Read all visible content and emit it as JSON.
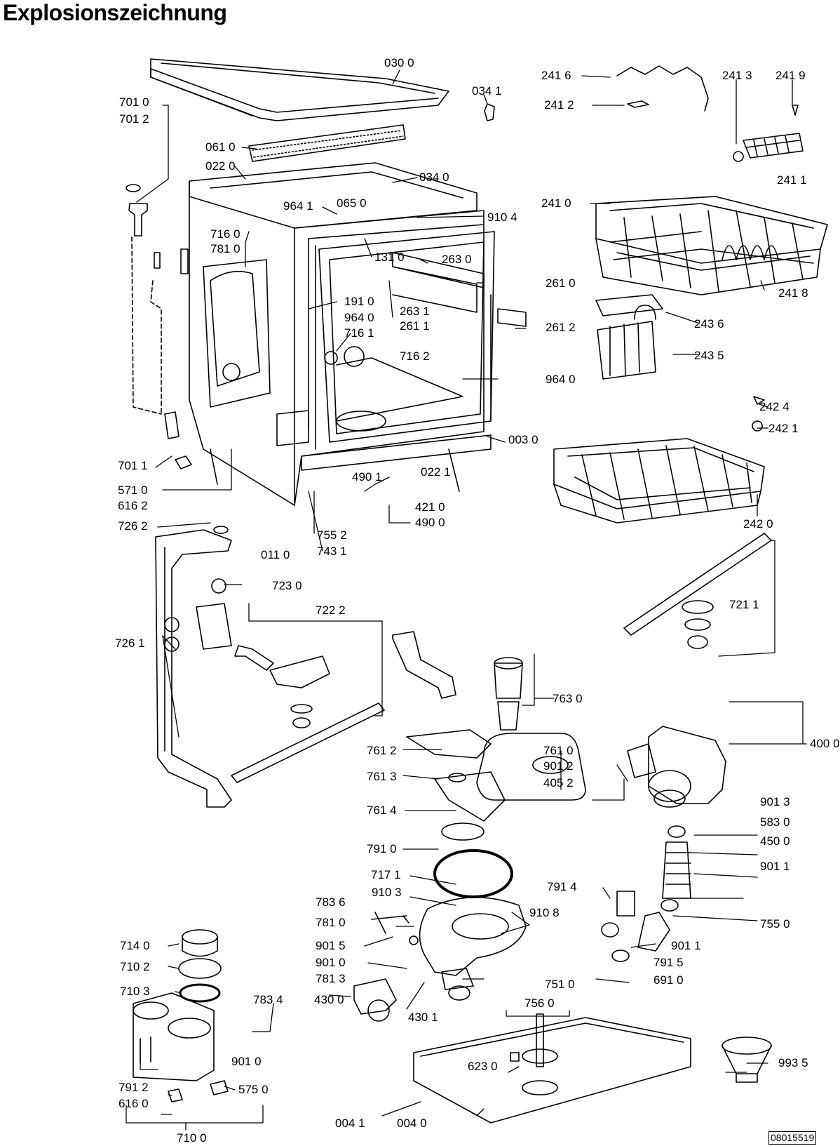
{
  "title": "Explosionszeichnung",
  "doc_number": "08015519",
  "parts": [
    {
      "code": "030 0",
      "n": "030-0"
    },
    {
      "code": "034 1",
      "n": "034-1"
    },
    {
      "code": "701 0",
      "n": "701-0"
    },
    {
      "code": "701 2",
      "n": "701-2"
    },
    {
      "code": "061 0",
      "n": "061-0"
    },
    {
      "code": "022 0",
      "n": "022-0"
    },
    {
      "code": "034 0",
      "n": "034-0"
    },
    {
      "code": "964 1",
      "n": "964-1"
    },
    {
      "code": "065 0",
      "n": "065-0"
    },
    {
      "code": "910 4",
      "n": "910-4"
    },
    {
      "code": "716 0",
      "n": "716-0"
    },
    {
      "code": "781 0",
      "n": "781-0-top"
    },
    {
      "code": "131 0",
      "n": "131-0"
    },
    {
      "code": "263 0",
      "n": "263-0"
    },
    {
      "code": "261 0",
      "n": "261-0"
    },
    {
      "code": "191 0",
      "n": "191-0"
    },
    {
      "code": "964 0",
      "n": "964-0-a"
    },
    {
      "code": "263 1",
      "n": "263-1"
    },
    {
      "code": "261 1",
      "n": "261-1"
    },
    {
      "code": "261 2",
      "n": "261-2"
    },
    {
      "code": "716 1",
      "n": "716-1"
    },
    {
      "code": "716 2",
      "n": "716-2"
    },
    {
      "code": "964 0",
      "n": "964-0-b"
    },
    {
      "code": "003 0",
      "n": "003-0"
    },
    {
      "code": "701 1",
      "n": "701-1"
    },
    {
      "code": "571 0",
      "n": "571-0"
    },
    {
      "code": "616 2",
      "n": "616-2"
    },
    {
      "code": "490 1",
      "n": "490-1"
    },
    {
      "code": "022 1",
      "n": "022-1"
    },
    {
      "code": "421 0",
      "n": "421-0"
    },
    {
      "code": "490 0",
      "n": "490-0"
    },
    {
      "code": "726 2",
      "n": "726-2"
    },
    {
      "code": "755 2",
      "n": "755-2"
    },
    {
      "code": "743 1",
      "n": "743-1"
    },
    {
      "code": "011 0",
      "n": "011-0"
    },
    {
      "code": "241 6",
      "n": "241-6"
    },
    {
      "code": "241 2",
      "n": "241-2"
    },
    {
      "code": "241 3",
      "n": "241-3"
    },
    {
      "code": "241 9",
      "n": "241-9"
    },
    {
      "code": "241 1",
      "n": "241-1"
    },
    {
      "code": "241 0",
      "n": "241-0"
    },
    {
      "code": "241 8",
      "n": "241-8"
    },
    {
      "code": "243 6",
      "n": "243-6"
    },
    {
      "code": "243 5",
      "n": "243-5"
    },
    {
      "code": "242 4",
      "n": "242-4"
    },
    {
      "code": "242 1",
      "n": "242-1"
    },
    {
      "code": "242 0",
      "n": "242-0"
    },
    {
      "code": "721 1",
      "n": "721-1"
    },
    {
      "code": "723 0",
      "n": "723-0"
    },
    {
      "code": "722 2",
      "n": "722-2"
    },
    {
      "code": "726 1",
      "n": "726-1"
    },
    {
      "code": "763 0",
      "n": "763-0"
    },
    {
      "code": "400 0",
      "n": "400-0"
    },
    {
      "code": "761 2",
      "n": "761-2"
    },
    {
      "code": "761 3",
      "n": "761-3"
    },
    {
      "code": "761 0",
      "n": "761-0"
    },
    {
      "code": "901 2",
      "n": "901-2"
    },
    {
      "code": "761 4",
      "n": "761-4"
    },
    {
      "code": "405 2",
      "n": "405-2"
    },
    {
      "code": "901 3",
      "n": "901-3"
    },
    {
      "code": "791 0",
      "n": "791-0"
    },
    {
      "code": "583 0",
      "n": "583-0"
    },
    {
      "code": "717 1",
      "n": "717-1"
    },
    {
      "code": "450 0",
      "n": "450-0"
    },
    {
      "code": "910 3",
      "n": "910-3"
    },
    {
      "code": "910 8",
      "n": "910-8"
    },
    {
      "code": "791 4",
      "n": "791-4"
    },
    {
      "code": "901 1",
      "n": "901-1-a"
    },
    {
      "code": "783 6",
      "n": "783-6"
    },
    {
      "code": "781 0",
      "n": "781-0-bot"
    },
    {
      "code": "755 0",
      "n": "755-0"
    },
    {
      "code": "714 0",
      "n": "714-0"
    },
    {
      "code": "901 5",
      "n": "901-5"
    },
    {
      "code": "901 1",
      "n": "901-1-b"
    },
    {
      "code": "901 0",
      "n": "901-0-a"
    },
    {
      "code": "791 5",
      "n": "791-5"
    },
    {
      "code": "710 2",
      "n": "710-2"
    },
    {
      "code": "781 3",
      "n": "781-3"
    },
    {
      "code": "751 0",
      "n": "751-0"
    },
    {
      "code": "691 0",
      "n": "691-0"
    },
    {
      "code": "710 3",
      "n": "710-3"
    },
    {
      "code": "783 4",
      "n": "783-4"
    },
    {
      "code": "430 0",
      "n": "430-0"
    },
    {
      "code": "430 1",
      "n": "430-1"
    },
    {
      "code": "756 0",
      "n": "756-0"
    },
    {
      "code": "901 0",
      "n": "901-0-b"
    },
    {
      "code": "623 0",
      "n": "623-0"
    },
    {
      "code": "993 5",
      "n": "993-5"
    },
    {
      "code": "791 2",
      "n": "791-2"
    },
    {
      "code": "575 0",
      "n": "575-0"
    },
    {
      "code": "616 0",
      "n": "616-0"
    },
    {
      "code": "004 1",
      "n": "004-1"
    },
    {
      "code": "004 0",
      "n": "004-0"
    },
    {
      "code": "710 0",
      "n": "710-0"
    }
  ]
}
